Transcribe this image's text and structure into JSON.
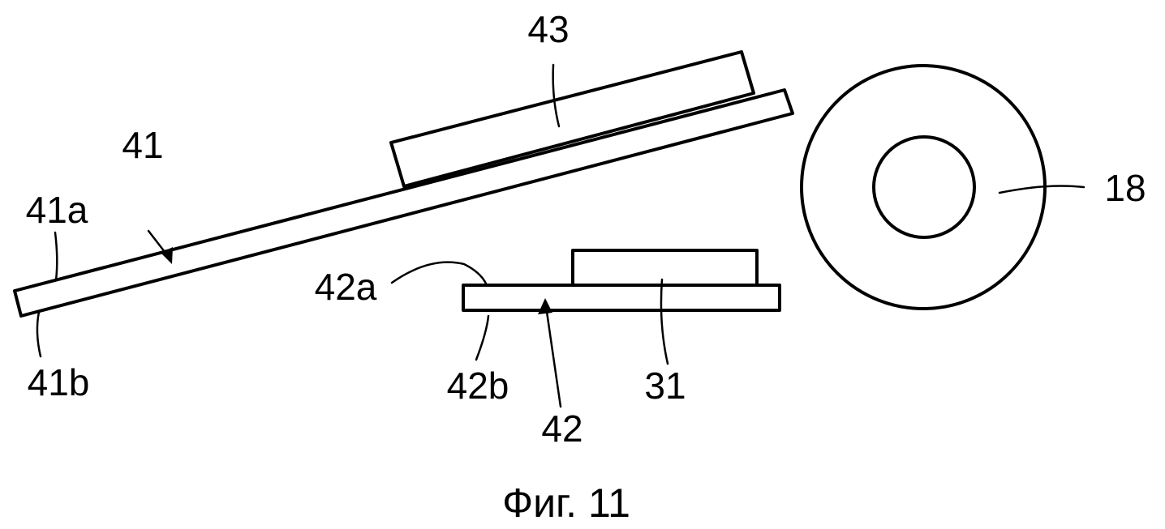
{
  "figure": {
    "caption": "Фиг. 11",
    "labels": {
      "plate_41": "41",
      "surface_41a": "41a",
      "surface_41b": "41b",
      "plate_42": "42",
      "surface_42a": "42a",
      "surface_42b": "42b",
      "block_43": "43",
      "block_31": "31",
      "roller_18": "18"
    }
  }
}
